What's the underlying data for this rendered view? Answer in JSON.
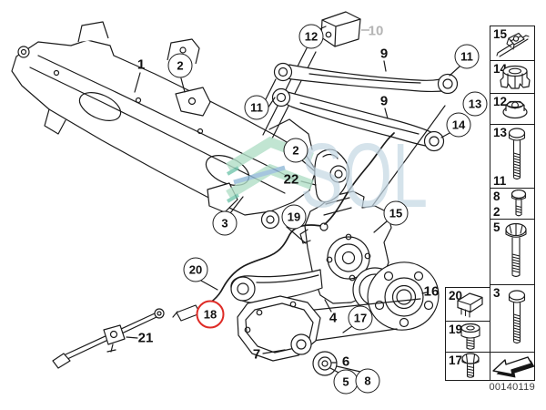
{
  "watermark": {
    "text": "SOL"
  },
  "image_number": "00140119",
  "callouts": {
    "c1": "1",
    "c2a": "2",
    "c2b": "2",
    "c3": "3",
    "c4": "4",
    "c5": "5",
    "c6": "6",
    "c7": "7",
    "c8": "8",
    "c9a": "9",
    "c9b": "9",
    "c10": "10",
    "c11a": "11",
    "c11b": "11",
    "c12": "12",
    "c13": "13",
    "c14": "14",
    "c15": "15",
    "c16": "16",
    "c17": "17",
    "c18": "18",
    "c19": "19",
    "c20": "20",
    "c21": "21",
    "c22": "22"
  },
  "sidebar": {
    "fastener_cells": [
      {
        "label": "15",
        "icon": "clamp"
      },
      {
        "label": "14",
        "icon": "cap-nut"
      },
      {
        "label": "12",
        "icon": "flange-nut"
      },
      {
        "label": "13",
        "label2": "11",
        "icon": "long-bolt"
      },
      {
        "label": "8",
        "label2": "2",
        "icon": "short-bolt"
      },
      {
        "label": "5",
        "icon": "flange-bolt"
      },
      {
        "label": "3",
        "icon": "long-bolt"
      }
    ],
    "hardware_cells": [
      {
        "label": "20",
        "icon": "cable-clip"
      },
      {
        "label": "19",
        "icon": "socket-screw"
      },
      {
        "label": "17",
        "icon": "hex-screw"
      }
    ]
  }
}
